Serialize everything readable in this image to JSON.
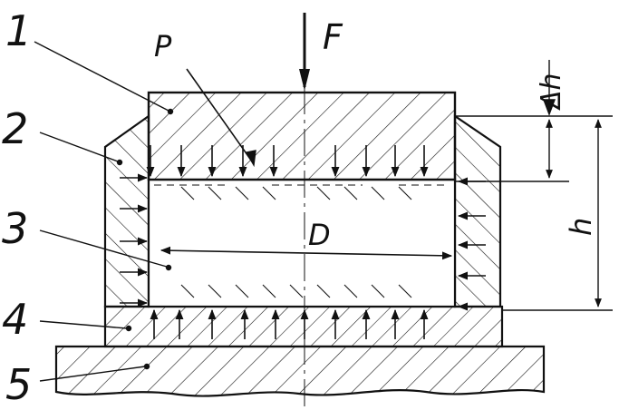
{
  "labels": {
    "force": "F",
    "pressure": "P",
    "diameter": "D",
    "delta_h": "Δh",
    "height": "h"
  },
  "callouts": [
    "1",
    "2",
    "3",
    "4",
    "5"
  ],
  "colors": {
    "ink": "#111111",
    "paper": "#ffffff"
  }
}
